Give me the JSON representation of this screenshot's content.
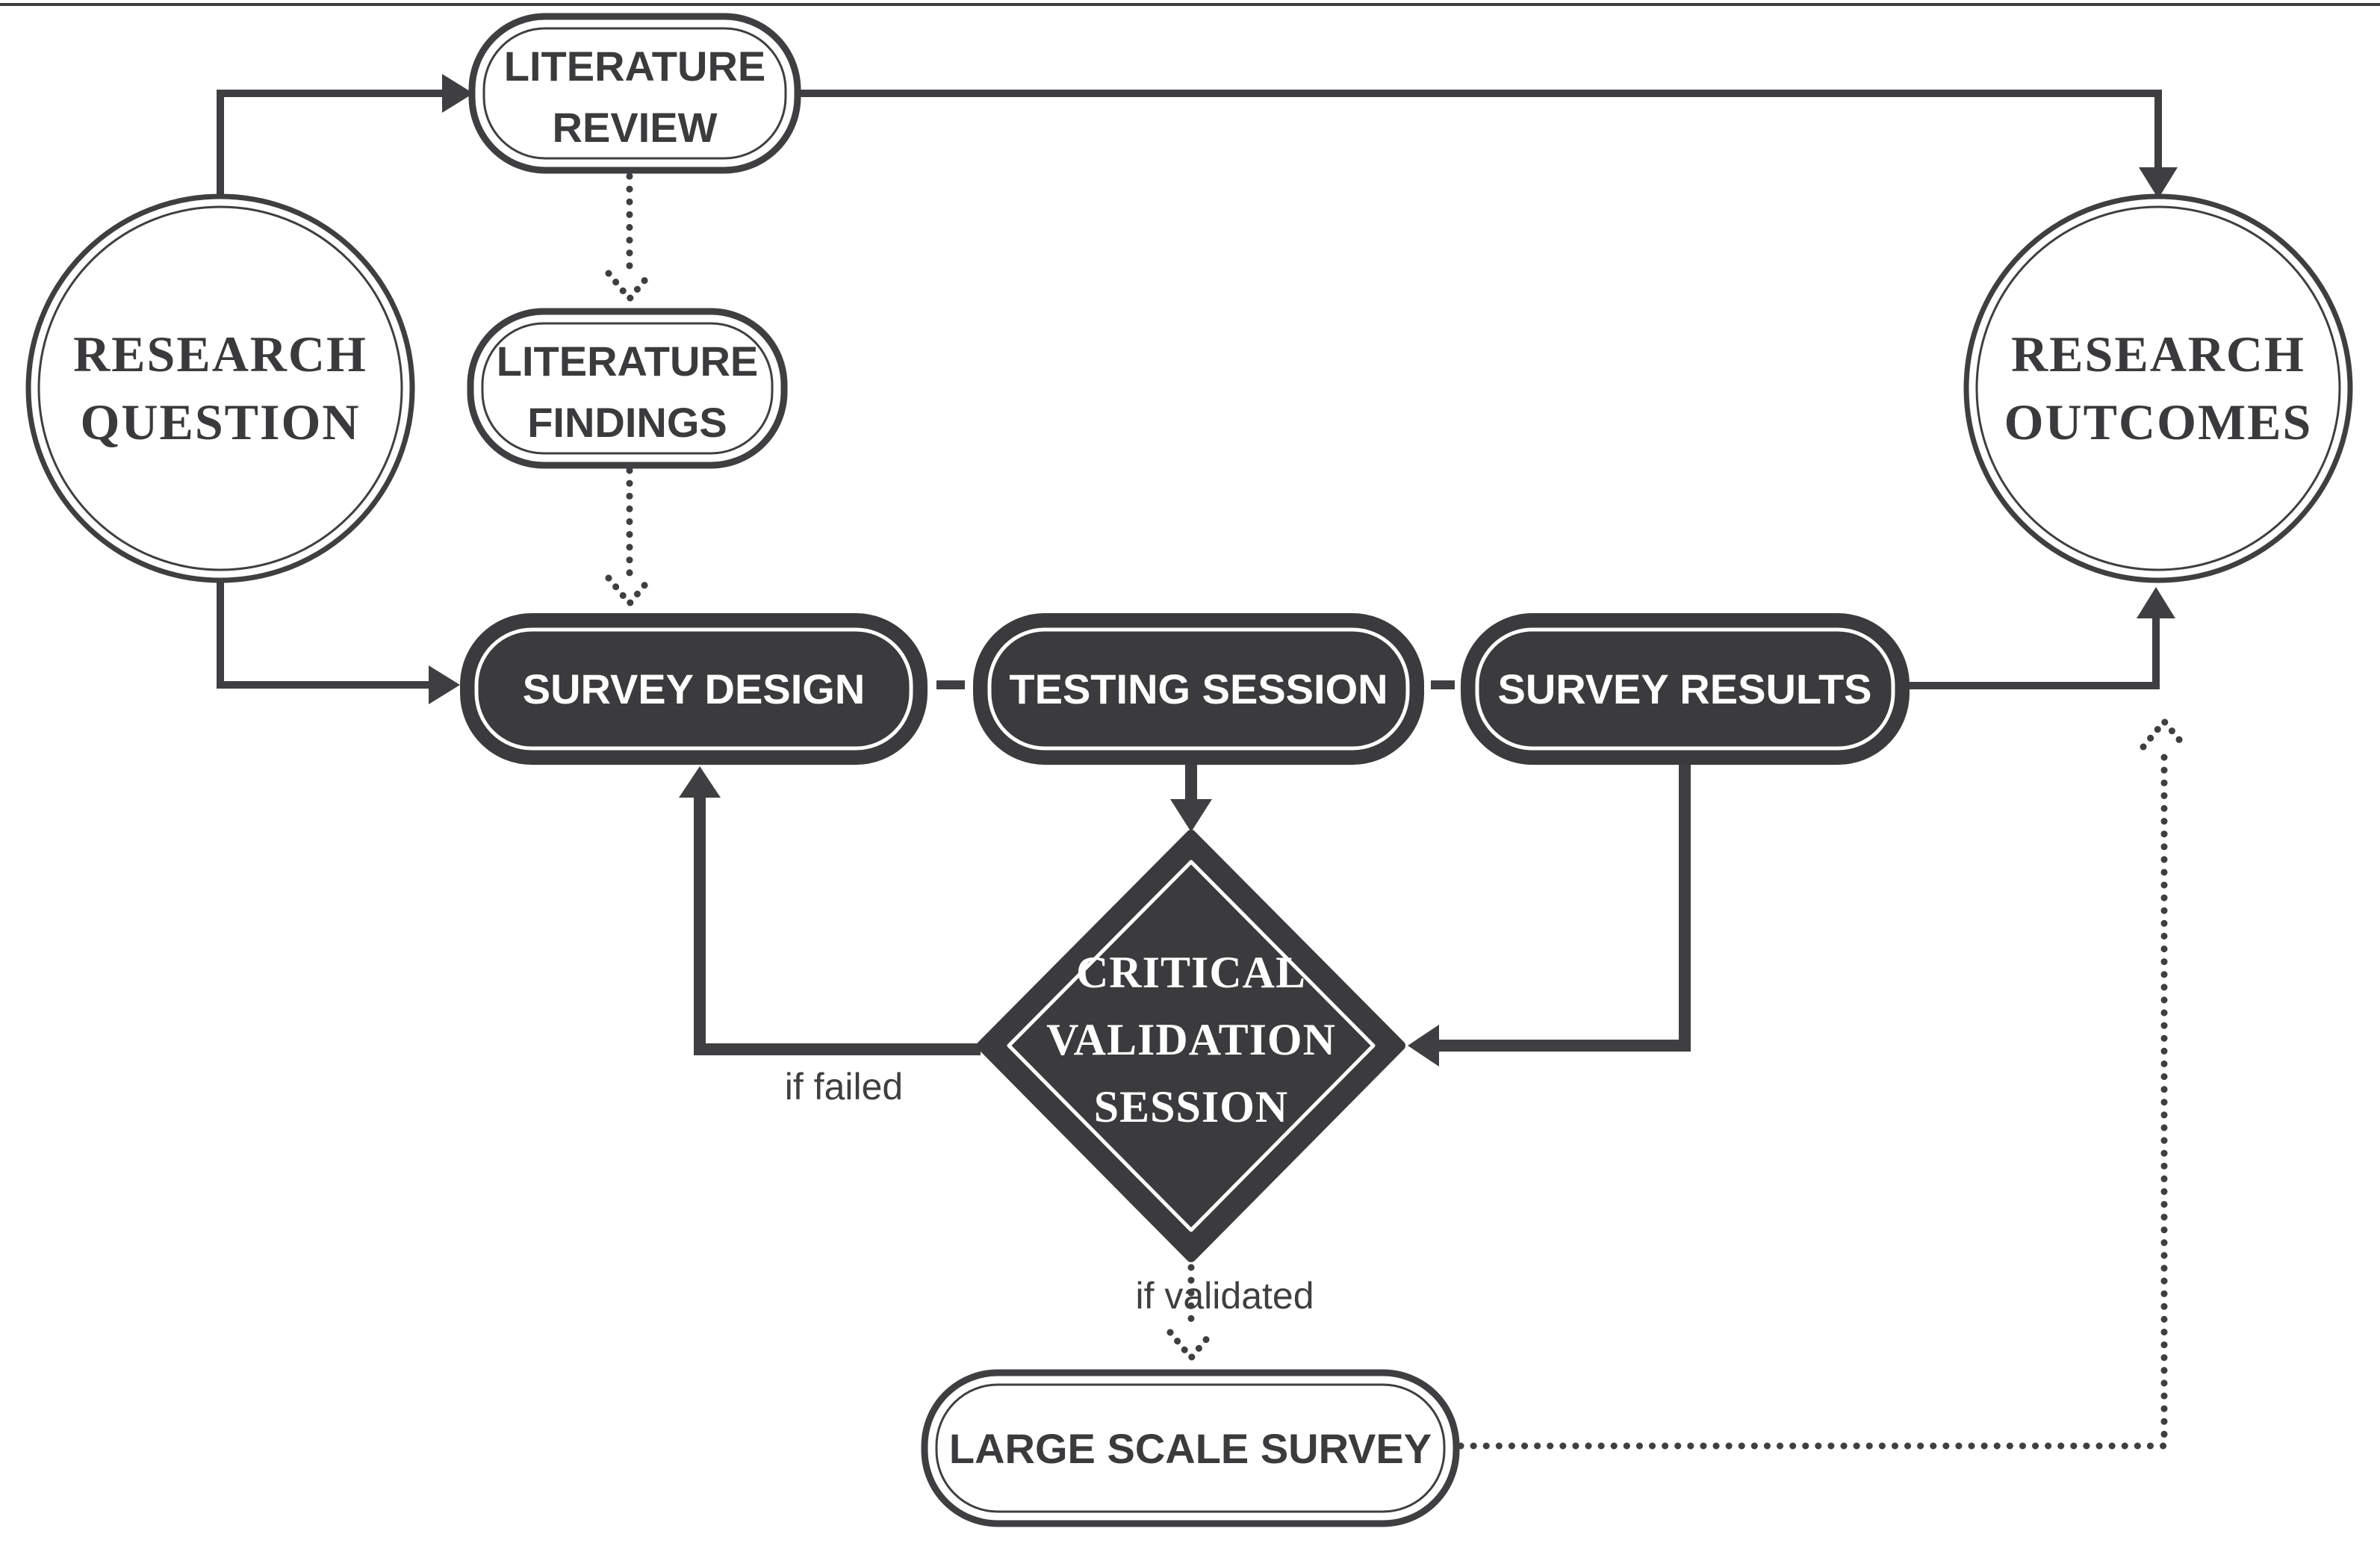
{
  "colors": {
    "background": "#ffffff",
    "ink": "#3f3f41",
    "node_dark_fill": "#3b3b3d",
    "node_light_fill": "#ffffff",
    "text_dark": "#3a3a3c",
    "text_light": "#ffffff"
  },
  "nodes": {
    "research_question": {
      "line1": "RESEARCH",
      "line2": "QUESTION"
    },
    "literature_review": {
      "line1": "LITERATURE",
      "line2": "REVIEW"
    },
    "literature_findings": {
      "line1": "LITERATURE",
      "line2": "FINDINGS"
    },
    "survey_design": {
      "label": "SURVEY DESIGN"
    },
    "testing_session": {
      "label": "TESTING SESSION"
    },
    "survey_results": {
      "label": "SURVEY RESULTS"
    },
    "critical_validation_session": {
      "line1": "CRITICAL",
      "line2": "VALIDATION",
      "line3": "SESSION"
    },
    "large_scale_survey": {
      "label": "LARGE SCALE SURVEY"
    },
    "research_outcomes": {
      "line1": "RESEARCH",
      "line2": "OUTCOMES"
    }
  },
  "edge_labels": {
    "if_failed": "if failed",
    "if_validated": "if validated"
  }
}
